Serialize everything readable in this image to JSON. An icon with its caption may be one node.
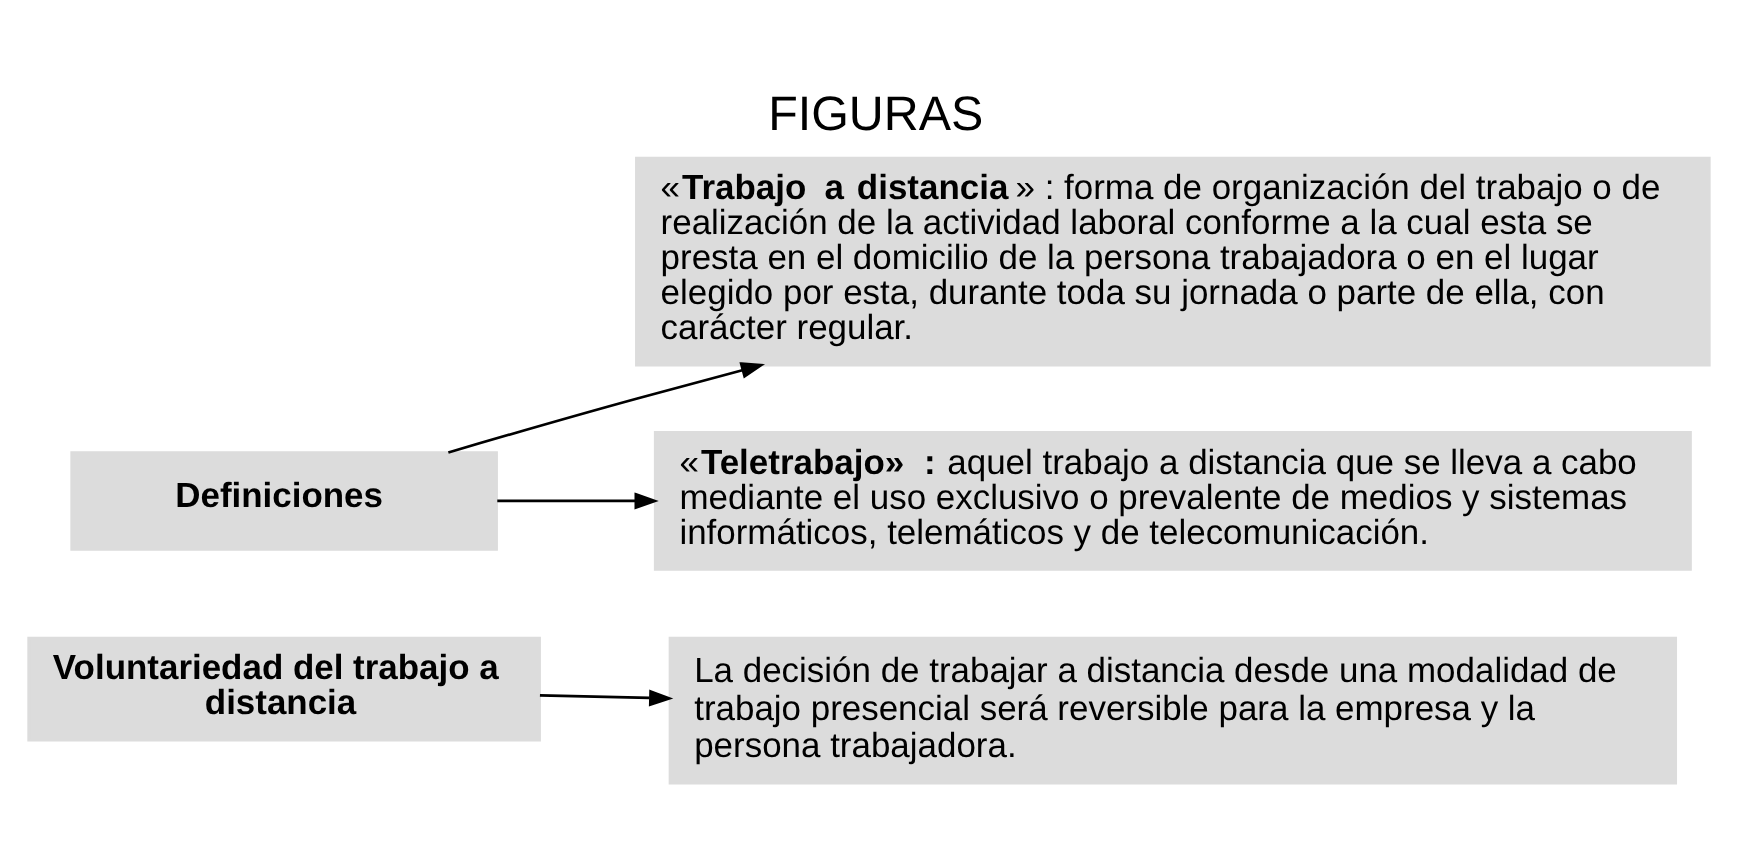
{
  "diagram": {
    "title": "FIGURAS",
    "nodes": [
      {
        "text": [
          "Definiciones"
        ]
      },
      {
        "text": [
          "«**Trabajo a distancia**» : forma de organización del trabajo o de realización de la actividad laboral conforme a la cual esta se presta en el domicilio de la persona trabajadora o en el lugar elegido por esta, durante toda su jornada o parte de ella, con carácter regular."
        ]
      },
      {
        "text": [
          "«**Teletrabajo» :** aquel trabajo a distancia que se lleva a cabo mediante el uso exclusivo o prevalente de medios y sistemas informáticos, telemáticos y de telecomunicación."
        ]
      },
      {
        "text": [
          "Voluntariedad del trabajo a distancia"
        ]
      },
      {
        "text": [
          "La decisión de trabajar a distancia desde una modalidad de trabajo presencial será reversible para la empresa y la persona trabajadora."
        ]
      }
    ],
    "edges": [
      {
        "from": 0,
        "to": 1,
        "arrow": "to"
      },
      {
        "from": 0,
        "to": 2,
        "arrow": "to"
      },
      {
        "from": 3,
        "to": 4,
        "arrow": "to"
      }
    ]
  }
}
